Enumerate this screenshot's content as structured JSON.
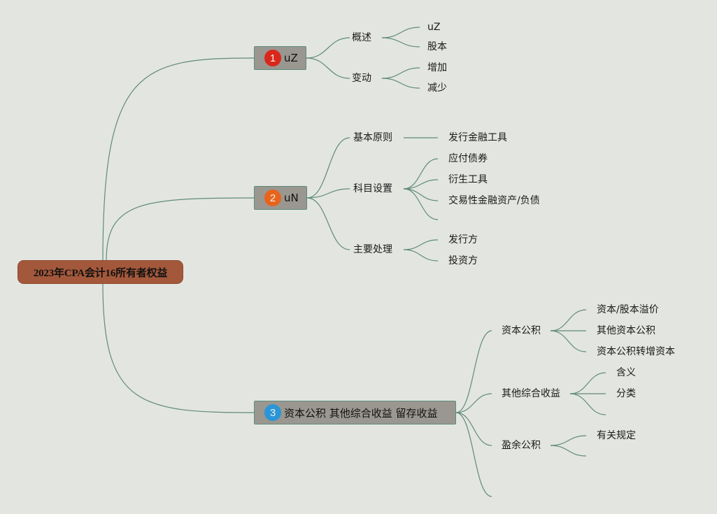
{
  "root": {
    "label": "2023年CPA会计16所有者权益"
  },
  "colors": {
    "background": "#e3e5e0",
    "root_fill": "#a4583b",
    "topic_fill": "#9a9790",
    "topic_border": "#5f8b7c",
    "link": "#5f8b7c",
    "badge_1": "#d9271b",
    "badge_2": "#e8641c",
    "badge_3": "#2a96d8"
  },
  "topics": [
    {
      "badge": "1",
      "label": "uZ",
      "children": [
        {
          "label": "概述",
          "children": [
            "uZ",
            "股本"
          ]
        },
        {
          "label": "变动",
          "children": [
            "增加",
            "减少"
          ]
        }
      ]
    },
    {
      "badge": "2",
      "label": "uN",
      "children": [
        {
          "label": "基本原则",
          "children": [
            "发行金融工具"
          ]
        },
        {
          "label": "科目设置",
          "children": [
            "应付债券",
            "衍生工具",
            "交易性金融资产/负债",
            ""
          ]
        },
        {
          "label": "主要处理",
          "children": [
            "发行方",
            "投资方"
          ]
        }
      ]
    },
    {
      "badge": "3",
      "label": "资本公积 其他综合收益 留存收益",
      "children": [
        {
          "label": "资本公积",
          "children": [
            "资本/股本溢价",
            "其他资本公积",
            "资本公积转增资本"
          ]
        },
        {
          "label": "其他综合收益",
          "children": [
            "含义",
            "分类",
            ""
          ]
        },
        {
          "label": "盈余公积",
          "children": [
            "有关规定",
            ""
          ]
        },
        {
          "label": "",
          "children": []
        }
      ]
    }
  ]
}
